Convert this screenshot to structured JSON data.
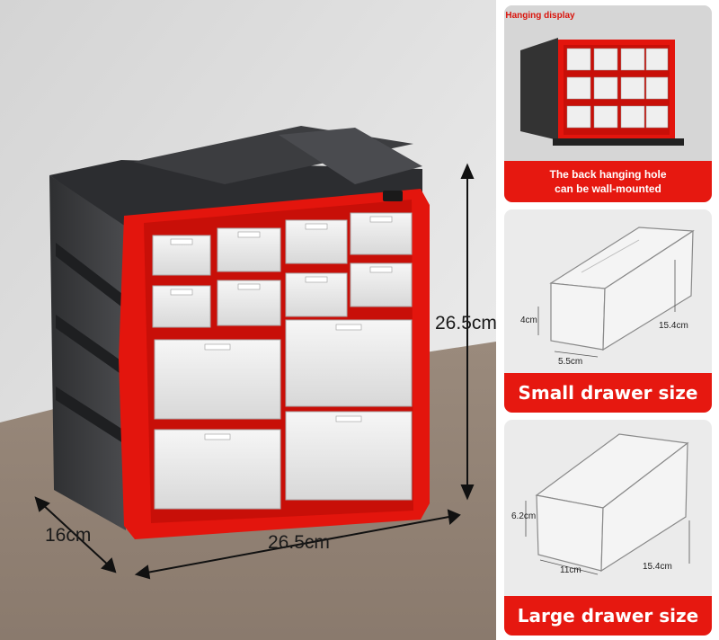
{
  "main_image": {
    "dimensions": {
      "height": "26.5cm",
      "width": "26.5cm",
      "depth": "16cm"
    }
  },
  "panels": {
    "hanging": {
      "top_label": "Hanging display",
      "caption_line1": "The back hanging hole",
      "caption_line2": "can be wall-mounted"
    },
    "small_drawer": {
      "title": "Small drawer size",
      "height": "4cm",
      "width": "5.5cm",
      "length": "15.4cm"
    },
    "large_drawer": {
      "title": "Large drawer size",
      "height": "6.2cm",
      "width": "11cm",
      "length": "15.4cm"
    }
  },
  "colors": {
    "brand_red": "#e61810",
    "case_dark": "#3a3b3e"
  }
}
